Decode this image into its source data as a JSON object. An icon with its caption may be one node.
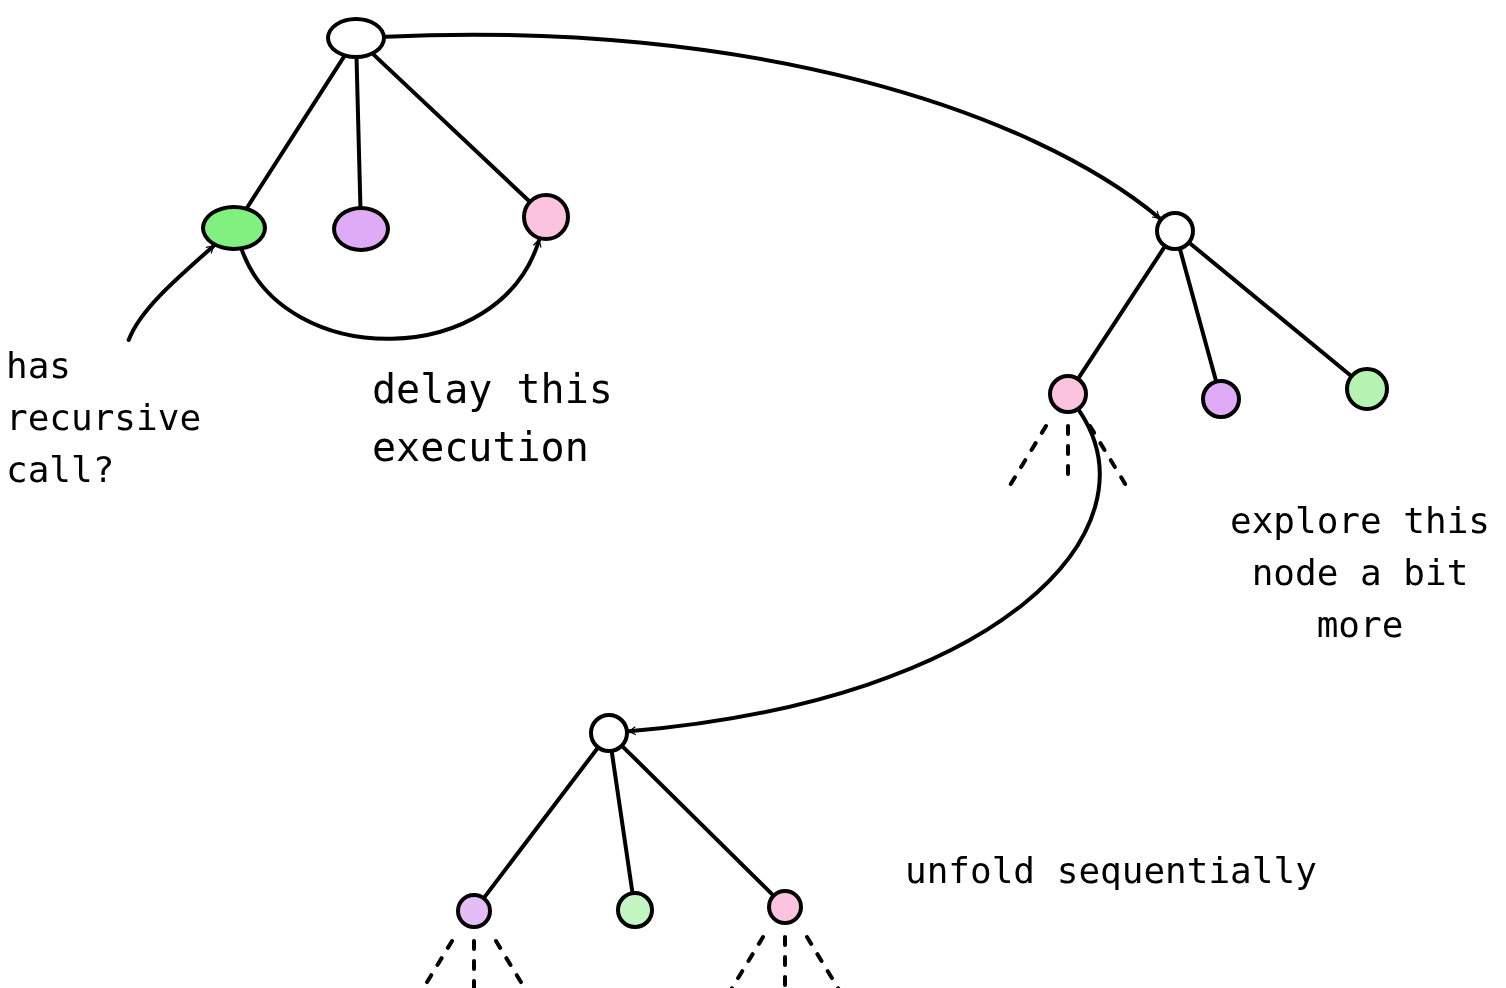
{
  "diagram": {
    "nodes": [
      {
        "text": [],
        "shape": "circle"
      },
      {
        "text": [],
        "shape": "circle"
      },
      {
        "text": [],
        "shape": "circle"
      },
      {
        "text": [],
        "shape": "circle"
      },
      {
        "text": [],
        "shape": "circle"
      },
      {
        "text": [],
        "shape": "circle"
      },
      {
        "text": [],
        "shape": "circle"
      },
      {
        "text": [],
        "shape": "circle"
      },
      {
        "text": [],
        "shape": "circle"
      },
      {
        "text": [],
        "shape": "circle"
      },
      {
        "text": [],
        "shape": "circle"
      },
      {
        "text": [],
        "shape": "circle"
      },
      {
        "text": [
          "has recursive call?"
        ]
      }
    ],
    "edges": [
      {
        "from": 0,
        "to": 1,
        "arrow": "none"
      },
      {
        "from": 0,
        "to": 2,
        "arrow": "none"
      },
      {
        "from": 0,
        "to": 3,
        "arrow": "none"
      },
      {
        "from": 4,
        "to": 5,
        "arrow": "none"
      },
      {
        "from": 4,
        "to": 6,
        "arrow": "none"
      },
      {
        "from": 4,
        "to": 7,
        "arrow": "none"
      },
      {
        "from": 8,
        "to": 9,
        "arrow": "none"
      },
      {
        "from": 8,
        "to": 10,
        "arrow": "none"
      },
      {
        "from": 8,
        "to": 11,
        "arrow": "none"
      },
      {
        "from": 12,
        "to": 1,
        "arrow": "to"
      },
      {
        "from": 1,
        "to": 3,
        "arrow": "to",
        "label": "delay this execution"
      },
      {
        "from": 0,
        "to": 4,
        "arrow": "to"
      },
      {
        "from": 5,
        "to": 8,
        "arrow": "to"
      }
    ],
    "labels": [
      "explore this node a bit more",
      "unfold sequentially"
    ]
  }
}
